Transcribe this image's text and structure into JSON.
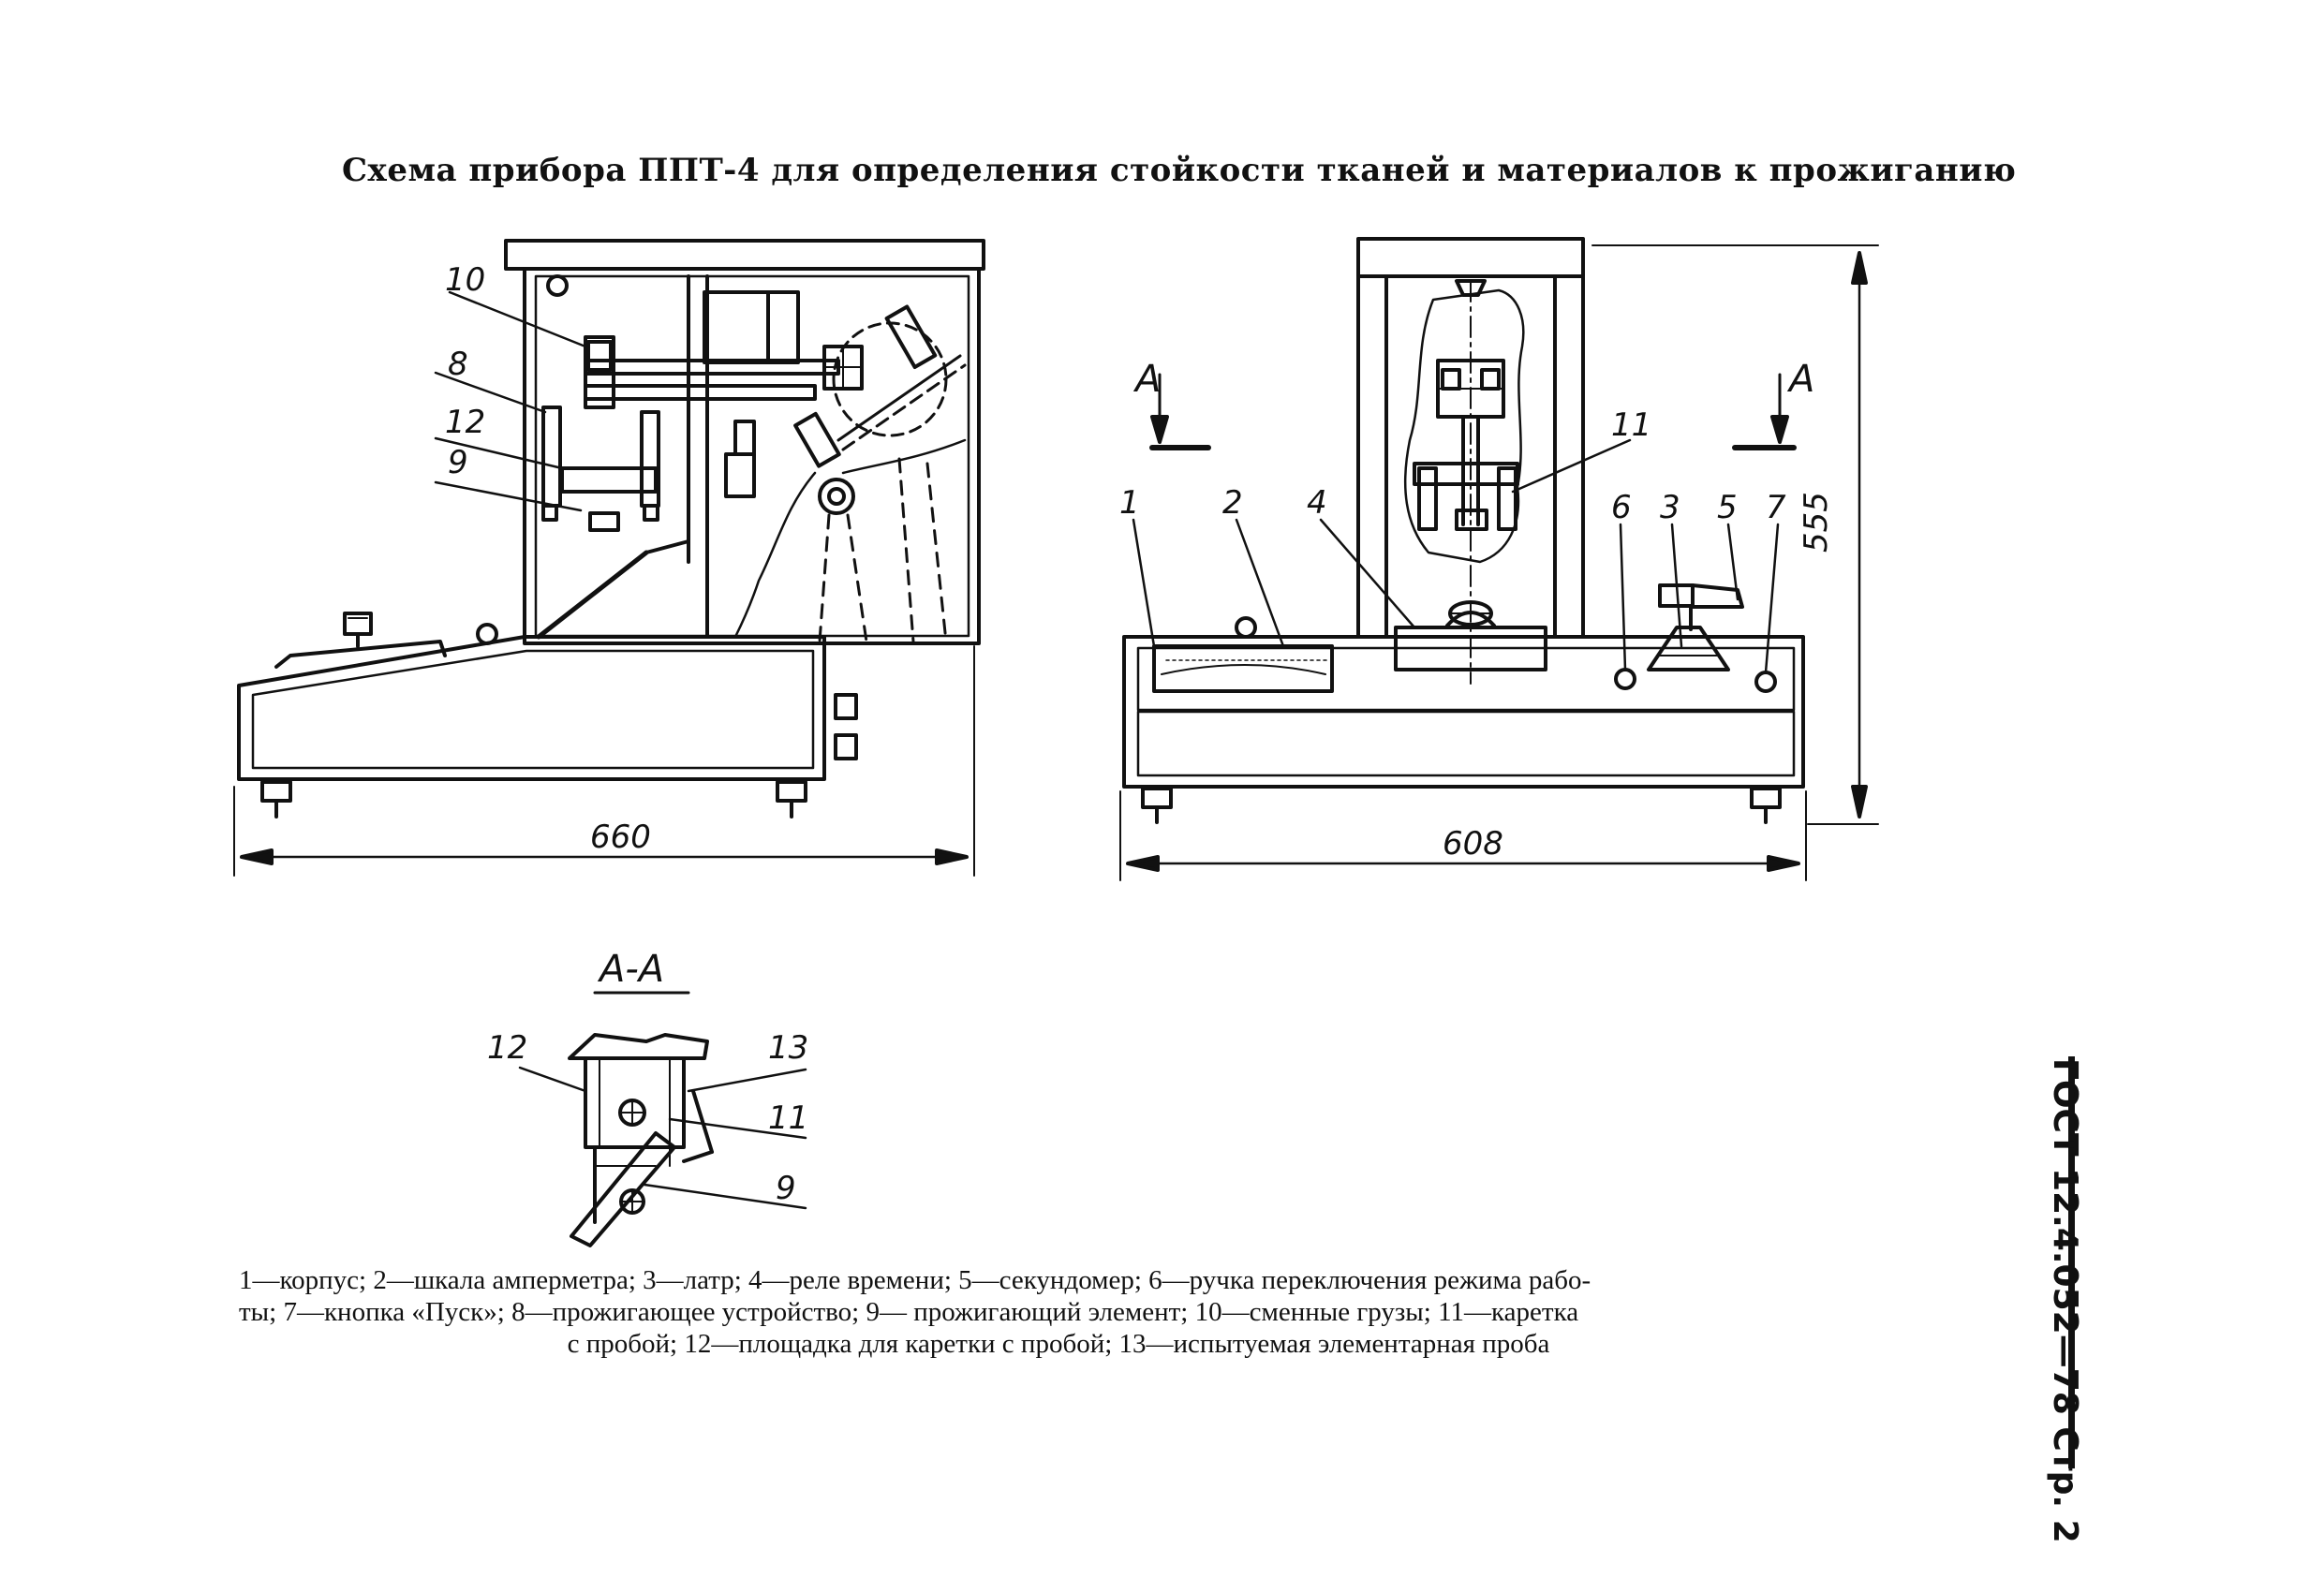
{
  "title": "Схема прибора ППТ-4 для определения стойкости тканей и материалов к прожиганию",
  "side_reference": "ГОСТ 12.4.052—78 Стр. 2",
  "section": {
    "arrow_label_left": "А",
    "arrow_label_right": "А",
    "section_title": "А-А"
  },
  "dimensions": {
    "left_width": "660",
    "right_width": "608",
    "height": "555"
  },
  "labels": {
    "l1": "1",
    "l2": "2",
    "l3": "3",
    "l4": "4",
    "l5": "5",
    "l6": "6",
    "l7": "7",
    "l8": "8",
    "l9": "9",
    "l10": "10",
    "l11": "11",
    "l12": "12",
    "l13": "13"
  },
  "legend": {
    "line1": "1—корпус; 2—шкала амперметра; 3—латр; 4—реле времени; 5—секундомер; 6—ручка переключения режима рабо-",
    "line2": "ты; 7—кнопка «Пуск»; 8—прожигающее устройство; 9— прожигающий элемент; 10—сменные грузы; 11—каретка",
    "line3": "с пробой; 12—площадка для каретки с пробой; 13—испытуемая элементарная проба"
  }
}
